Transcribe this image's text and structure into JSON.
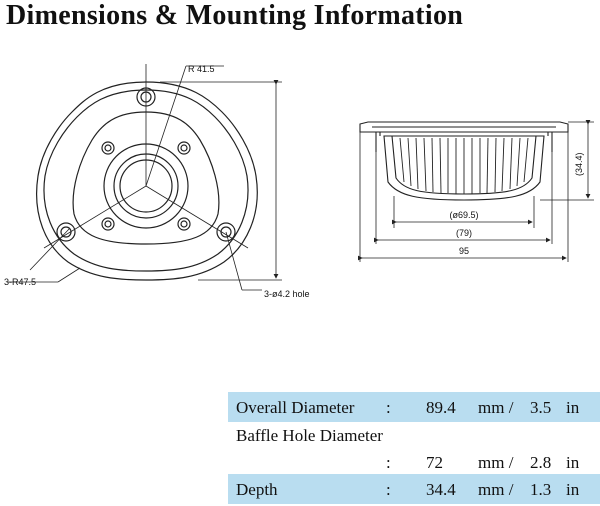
{
  "title": "Dimensions & Mounting Information",
  "front_view": {
    "radius_label": "R 41.5",
    "corner_radius_label": "3-R47.5",
    "hole_label": "3-ø4.2 hole"
  },
  "side_view": {
    "height_label": "(34.4)",
    "inner_dia_label": "(ø69.5)",
    "mid_dia_label": "(79)",
    "outer_dia_label": "95"
  },
  "specs": [
    {
      "label": "Overall Diameter",
      "colon": ":",
      "mm": "89.4",
      "mm_unit": "mm /",
      "inch": "3.5",
      "inch_unit": "in"
    },
    {
      "label": "Baffle Hole Diameter",
      "colon": ":",
      "mm": "72",
      "mm_unit": "mm /",
      "inch": "2.8",
      "inch_unit": "in"
    },
    {
      "label": "Depth",
      "colon": ":",
      "mm": "34.4",
      "mm_unit": "mm /",
      "inch": "1.3",
      "inch_unit": "in"
    }
  ],
  "colors": {
    "band": "#b9ddf0",
    "line": "#222222"
  }
}
